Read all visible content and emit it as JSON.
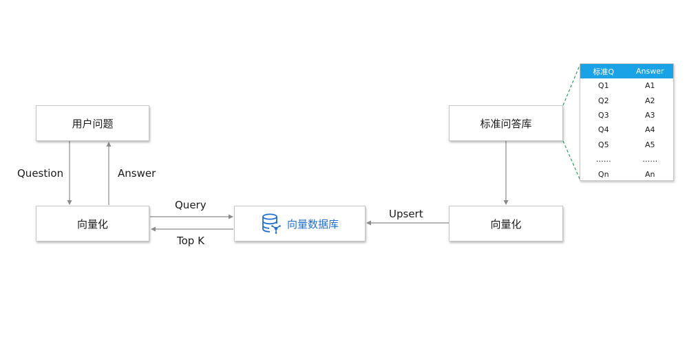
{
  "nodes": {
    "user_question": "用户问题",
    "vectorize_left": "向量化",
    "vector_db": "向量数据库",
    "standard_qa_base": "标准问答库",
    "vectorize_right": "向量化"
  },
  "edges": {
    "question": "Question",
    "answer": "Answer",
    "query": "Query",
    "topk": "Top K",
    "upsert": "Upsert"
  },
  "icons": {
    "vector_db": "database-icon"
  },
  "colors": {
    "accent_blue": "#1f6fd1",
    "table_header": "#1aa2e6",
    "connector_green": "#2e9e5b"
  },
  "table": {
    "headers": [
      "标准Q",
      "Answer"
    ],
    "rows": [
      [
        "Q1",
        "A1"
      ],
      [
        "Q2",
        "A2"
      ],
      [
        "Q3",
        "A3"
      ],
      [
        "Q4",
        "A4"
      ],
      [
        "Q5",
        "A5"
      ],
      [
        "……",
        "……"
      ],
      [
        "Qn",
        "An"
      ]
    ]
  }
}
